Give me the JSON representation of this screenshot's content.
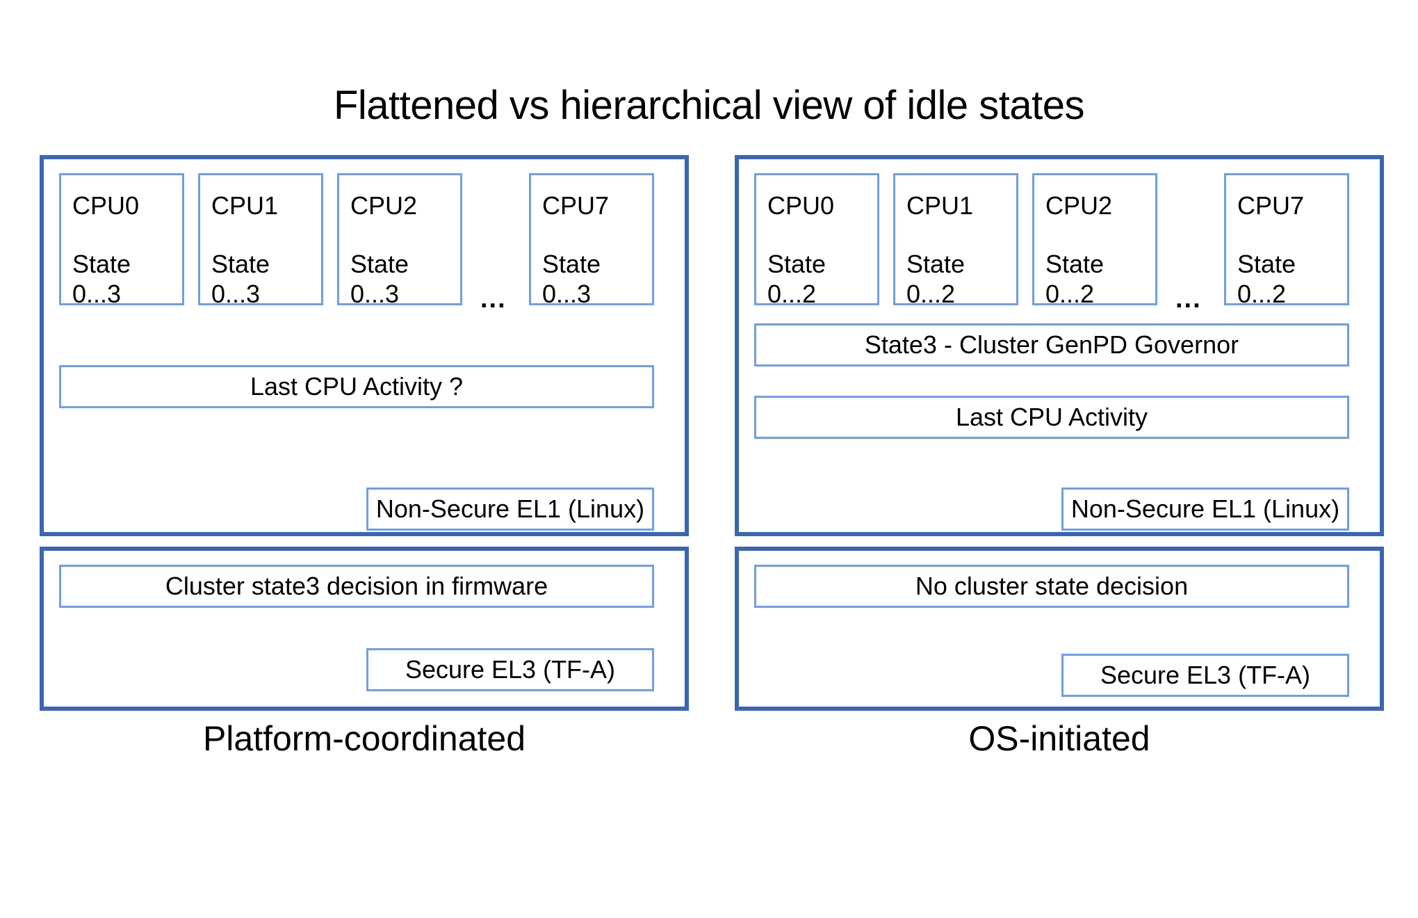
{
  "title": "Flattened vs hierarchical view of idle states",
  "colors": {
    "outer_border": "#3A66B5",
    "inner_border": "#6F9DEE",
    "background": "#FFFFFF",
    "text": "#000000"
  },
  "left": {
    "caption": "Platform-coordinated",
    "cpus": [
      {
        "name": "CPU0",
        "state": "State\n0...3"
      },
      {
        "name": "CPU1",
        "state": "State\n0...3"
      },
      {
        "name": "CPU2",
        "state": "State\n0...3"
      },
      {
        "name": "CPU7",
        "state": "State\n0...3"
      }
    ],
    "ellipsis": "...",
    "activity_bar": "Last CPU Activity ?",
    "exception_level": "Non-Secure EL1 (Linux)",
    "firmware_bar": "Cluster state3 decision in firmware",
    "firmware_level": "Secure EL3 (TF-A)"
  },
  "right": {
    "caption": "OS-initiated",
    "cpus": [
      {
        "name": "CPU0",
        "state": "State\n0...2"
      },
      {
        "name": "CPU1",
        "state": "State\n0...2"
      },
      {
        "name": "CPU2",
        "state": "State\n0...2"
      },
      {
        "name": "CPU7",
        "state": "State\n0...2"
      }
    ],
    "ellipsis": "...",
    "governor_bar": "State3 - Cluster GenPD Governor",
    "activity_bar": "Last CPU Activity",
    "exception_level": "Non-Secure EL1 (Linux)",
    "firmware_bar": "No cluster state decision",
    "firmware_level": "Secure EL3 (TF-A)"
  }
}
